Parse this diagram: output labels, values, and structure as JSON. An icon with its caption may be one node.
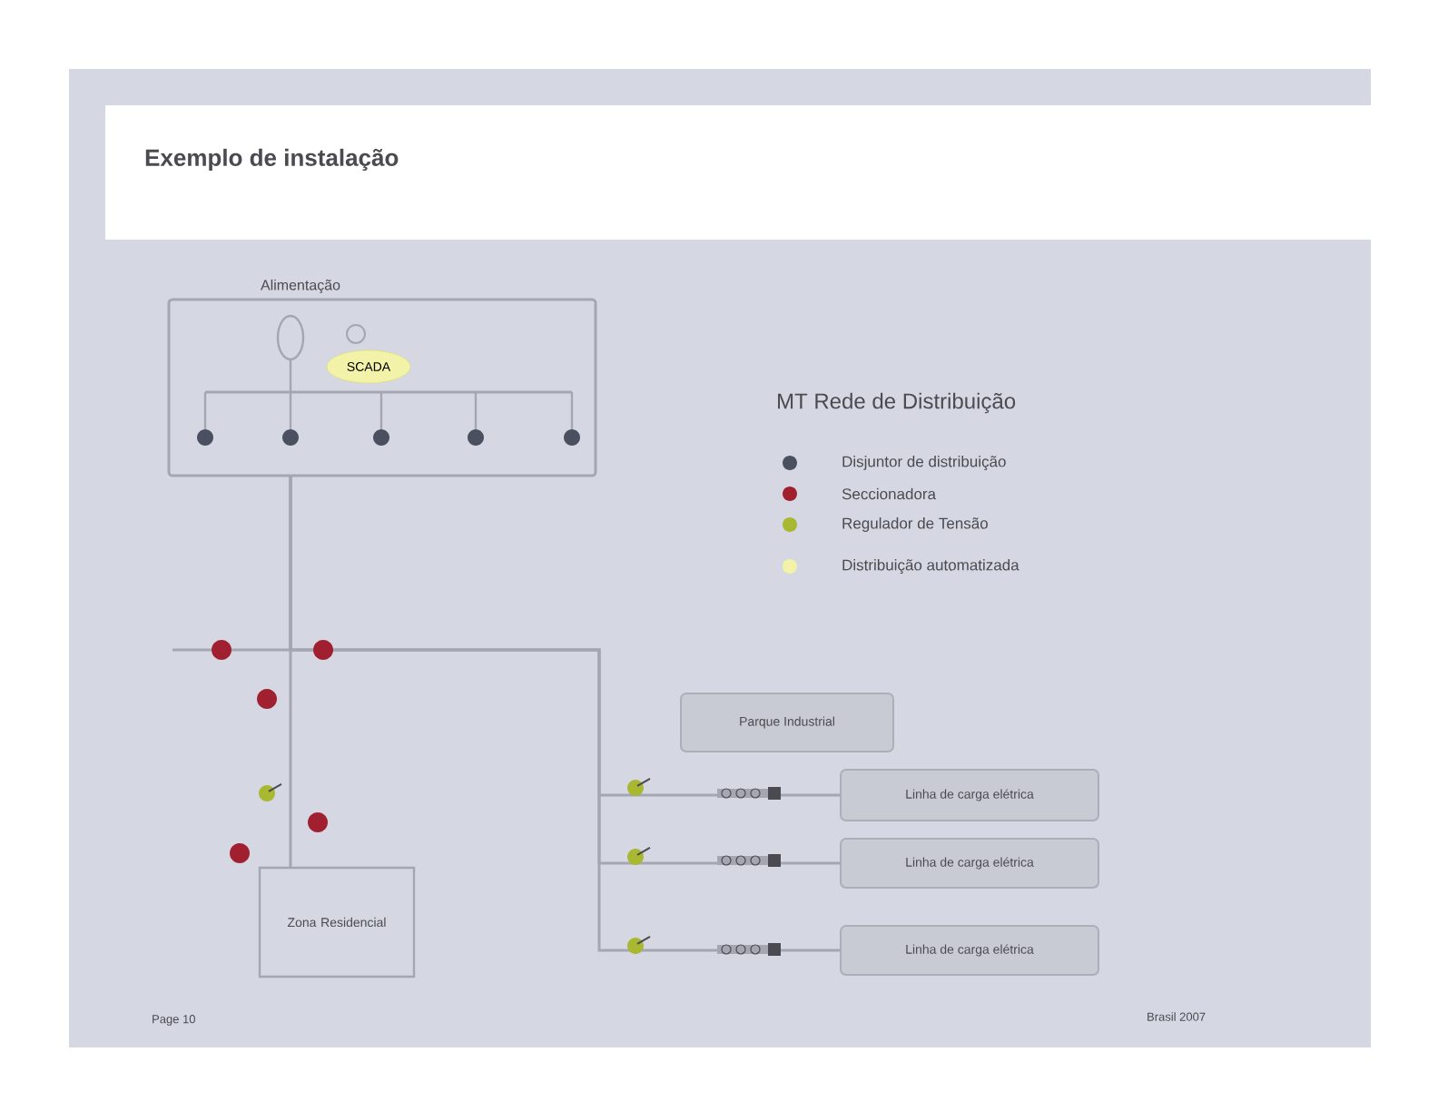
{
  "diagram": {
    "title": "Exemplo de instalação",
    "nodes": [
      {
        "text": [
          "Alimentação"
        ]
      },
      {
        "text": [
          "SCADA"
        ],
        "in": 0
      },
      {
        "text": [
          "Parque Industrial"
        ]
      },
      {
        "text": [
          "Linha de carga elétrica"
        ]
      },
      {
        "text": [
          "Linha de carga elétrica"
        ]
      },
      {
        "text": [
          "Linha de carga elétrica"
        ]
      },
      {
        "text": [
          "Zona Residencial"
        ]
      }
    ],
    "edges": [
      {
        "from": 0,
        "to": 6,
        "arrow": "none"
      },
      {
        "from": 0,
        "to": 3,
        "arrow": "none"
      },
      {
        "from": 0,
        "to": 4,
        "arrow": "none"
      },
      {
        "from": 0,
        "to": 5,
        "arrow": "none"
      }
    ],
    "labels": [
      "MT Rede de Distribuição",
      "Page 10",
      "Brasil 2007"
    ],
    "legend": [
      {
        "text": "Disjuntor de distribuição",
        "color": "#4a5060"
      },
      {
        "text": "Seccionadora",
        "color": "#a02030"
      },
      {
        "text": "Regulador de Tensão",
        "color": "#a8b830"
      },
      {
        "text": "Distribuição automatizada",
        "color": "#f2f2a8"
      }
    ]
  }
}
